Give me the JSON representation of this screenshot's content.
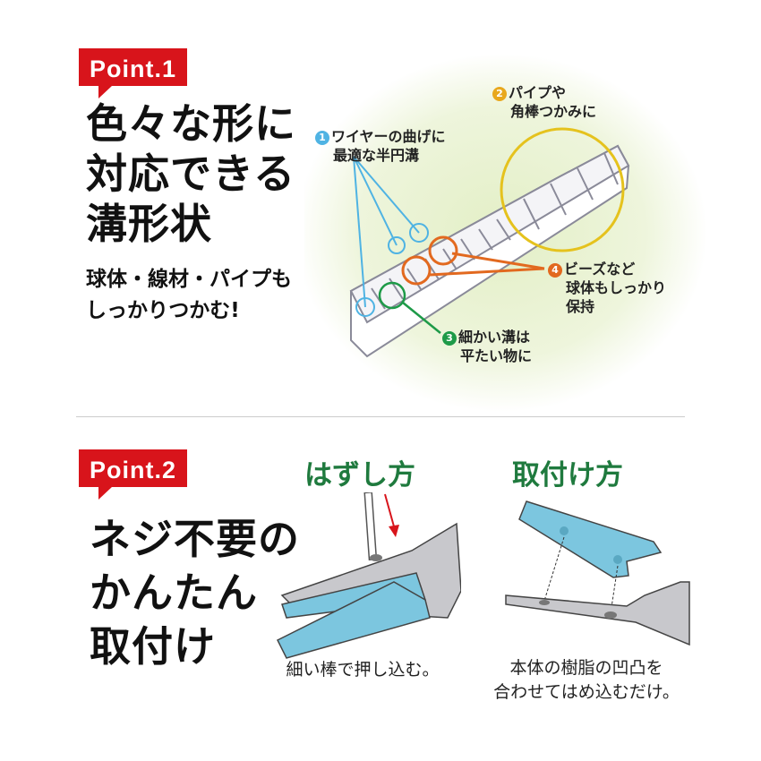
{
  "point1": {
    "badge": "Point.1",
    "heading": [
      "色々な形に",
      "対応できる",
      "溝形状"
    ],
    "subtext": [
      "球体・線材・パイプも",
      "しっかりつかむ!"
    ],
    "callouts": [
      {
        "num": "1",
        "lines": [
          "ワイヤーの曲げに",
          "最適な半円溝"
        ],
        "color": "#4fb3e3"
      },
      {
        "num": "2",
        "lines": [
          "パイプや",
          "角棒つかみに"
        ],
        "color": "#e8a81d"
      },
      {
        "num": "3",
        "lines": [
          "細かい溝は",
          "平たい物に"
        ],
        "color": "#1e9a48"
      },
      {
        "num": "4",
        "lines": [
          "ビーズなど",
          "球体もしっかり",
          "保持"
        ],
        "color": "#e2691f"
      }
    ]
  },
  "point2": {
    "badge": "Point.2",
    "heading": [
      "ネジ不要の",
      "かんたん",
      "取付け"
    ],
    "removal": {
      "title": "はずし方",
      "caption": "細い棒で押し込む。"
    },
    "install": {
      "title": "取付け方",
      "caption": [
        "本体の樹脂の凹凸を",
        "合わせてはめ込むだけ。"
      ]
    }
  },
  "colors": {
    "accent_red": "#d8141b",
    "subhead_green": "#1f7a3e",
    "jaw_blue": "#7cc6df"
  }
}
